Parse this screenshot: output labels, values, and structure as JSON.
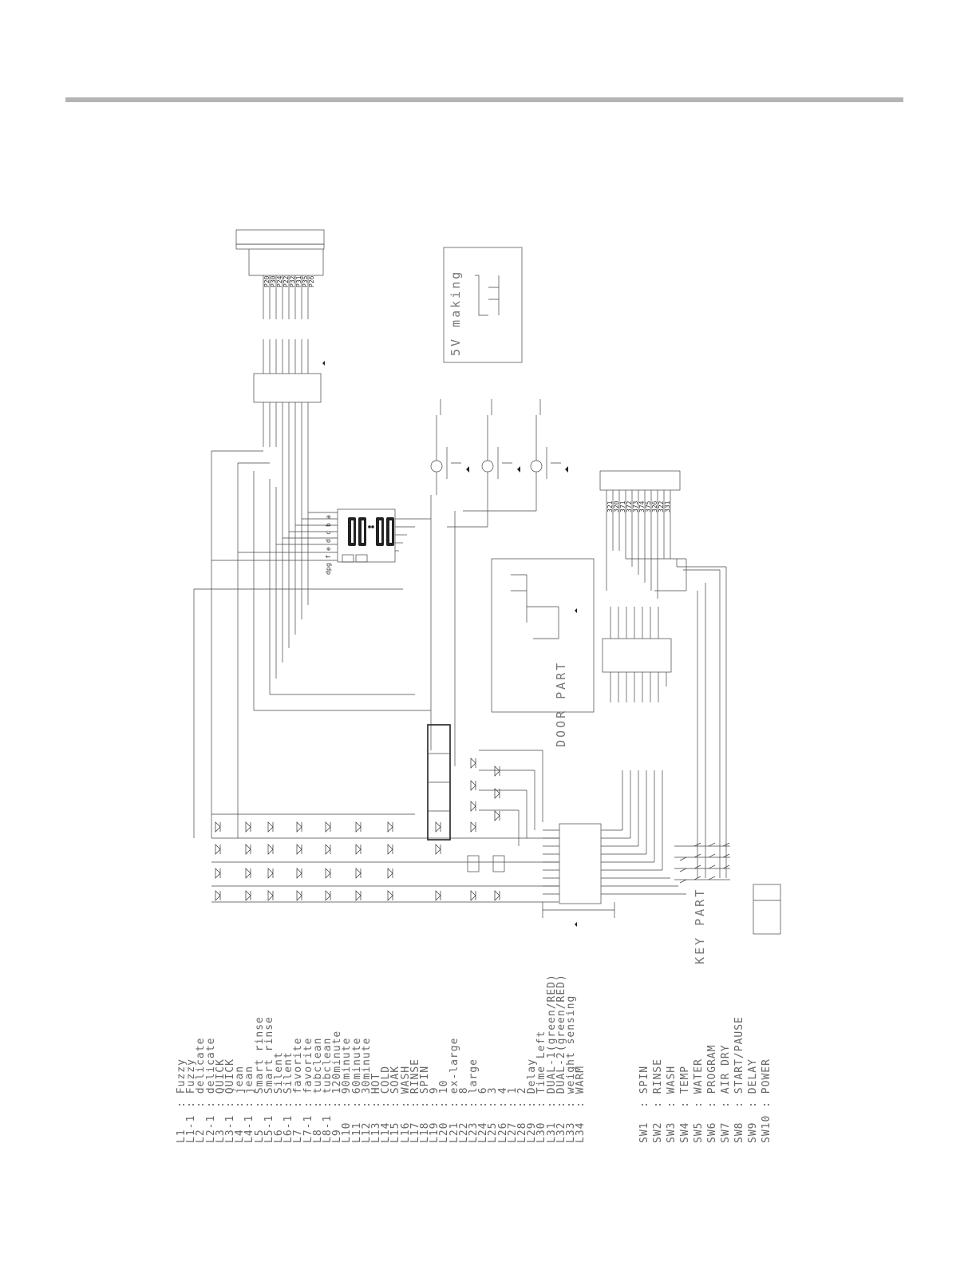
{
  "sections": {
    "door_part": "DOOR PART",
    "key_part": "KEY PART",
    "five_v": "5V making"
  },
  "display": {
    "digits": "88:88"
  },
  "segment_pins": [
    "a",
    "b",
    "c",
    "d",
    "e",
    "f",
    "g",
    "dp"
  ],
  "connector_pins": [
    "P20",
    "P30",
    "P24",
    "P22",
    "P32",
    "P31",
    "P35",
    "P26"
  ],
  "key_pins": [
    "321",
    "320",
    "371",
    "372",
    "373",
    "374",
    "375",
    "326",
    "322",
    "331"
  ],
  "led_legend": [
    "L1   : Fuzzy",
    "L1-1 : Fuzzy",
    "L2   : delicate",
    "L2-1 : delicate",
    "L3   : QUICK",
    "L3-1 : QUICK",
    "L4   : jean",
    "L4-1 : jean",
    "L5   : Smart rinse",
    "L5-1 : Smart rinse",
    "L6   : Silent",
    "L6-1 : Silent",
    "L7   : favorite",
    "L7-1 : favorite",
    "L8   : tubclean",
    "L8-1 : tubclean",
    "L9   : 120minute",
    "L10  : 90minute",
    "L11  : 60minute",
    "L12  : 30minute",
    "L13  : HOT",
    "L14  : COLD",
    "L15  : SOAK",
    "L16  : WASH",
    "L17  : RINSE",
    "L18  : SPIN",
    "L19  : 9",
    "L20  : 10",
    "L21  : ex-large",
    "L22  : 8",
    "L23  : large",
    "L24  : 6",
    "L25  : 3",
    "L26  : 4",
    "L27  : 1",
    "L28  : 2",
    "L29  : Delay",
    "L30  : Time Left",
    "L31  : DUAL-1(green/RED)",
    "L32  : DUAL-2(green/RED)",
    "L33  : weight sensing",
    "L34  : WARM"
  ],
  "switch_legend": [
    "SW1  : SPIN",
    "SW2  : RINSE",
    "SW3  : WASH",
    "SW4  : TEMP",
    "SW5  : WATER",
    "SW6  : PROGRAM",
    "SW7  : AIR DRY",
    "SW8  : START/PAUSE",
    "SW9  : DELAY",
    "SW10 : POWER"
  ]
}
